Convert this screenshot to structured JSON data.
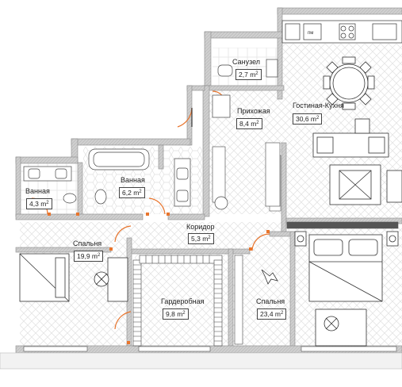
{
  "rooms": [
    {
      "key": "sanuzel",
      "name": "Санузел",
      "area": "2,7",
      "unit": "m"
    },
    {
      "key": "prihozhaya",
      "name": "Прихожая",
      "area": "8,4",
      "unit": "m"
    },
    {
      "key": "gostinaya",
      "name": "Гостиная-Кухня",
      "area": "30,6",
      "unit": "m"
    },
    {
      "key": "vannaya1",
      "name": "Ванная",
      "area": "6,2",
      "unit": "m"
    },
    {
      "key": "vannaya2",
      "name": "Ванная",
      "area": "4,3",
      "unit": "m"
    },
    {
      "key": "koridor",
      "name": "Коридор",
      "area": "5,3",
      "unit": "m"
    },
    {
      "key": "spalnya1",
      "name": "Спальня",
      "area": "19,9",
      "unit": "m"
    },
    {
      "key": "garderobnaya",
      "name": "Гардеробная",
      "area": "9,8",
      "unit": "m"
    },
    {
      "key": "spalnya2",
      "name": "Спальня",
      "area": "23,4",
      "unit": "m"
    }
  ],
  "appliances": {
    "dishwasher_label": "пм"
  },
  "colors": {
    "wall": "#d4d4d4",
    "wall_edge": "#8a8a8a",
    "door": "#e8742c",
    "line": "#333333",
    "floor_hatch": "#e6e6e6"
  }
}
